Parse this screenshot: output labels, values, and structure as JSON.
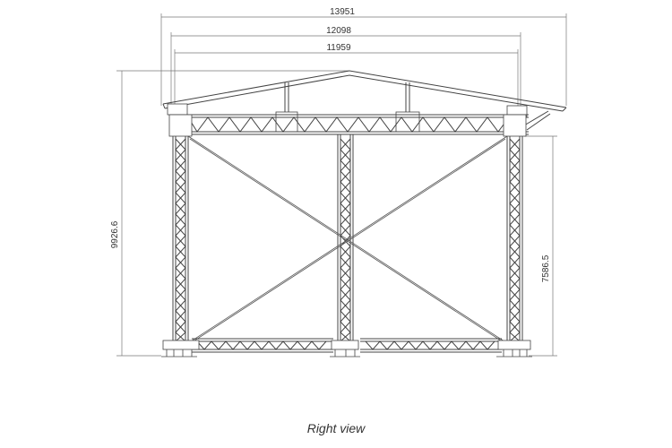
{
  "dimensions": {
    "overall_width": "13951",
    "truss_width": "12098",
    "inner_width": "11959",
    "total_height": "9926.6",
    "clear_height": "7586.5"
  },
  "caption": "Right view",
  "colors": {
    "line": "#444444",
    "dim_line": "#777777",
    "text": "#333333"
  }
}
